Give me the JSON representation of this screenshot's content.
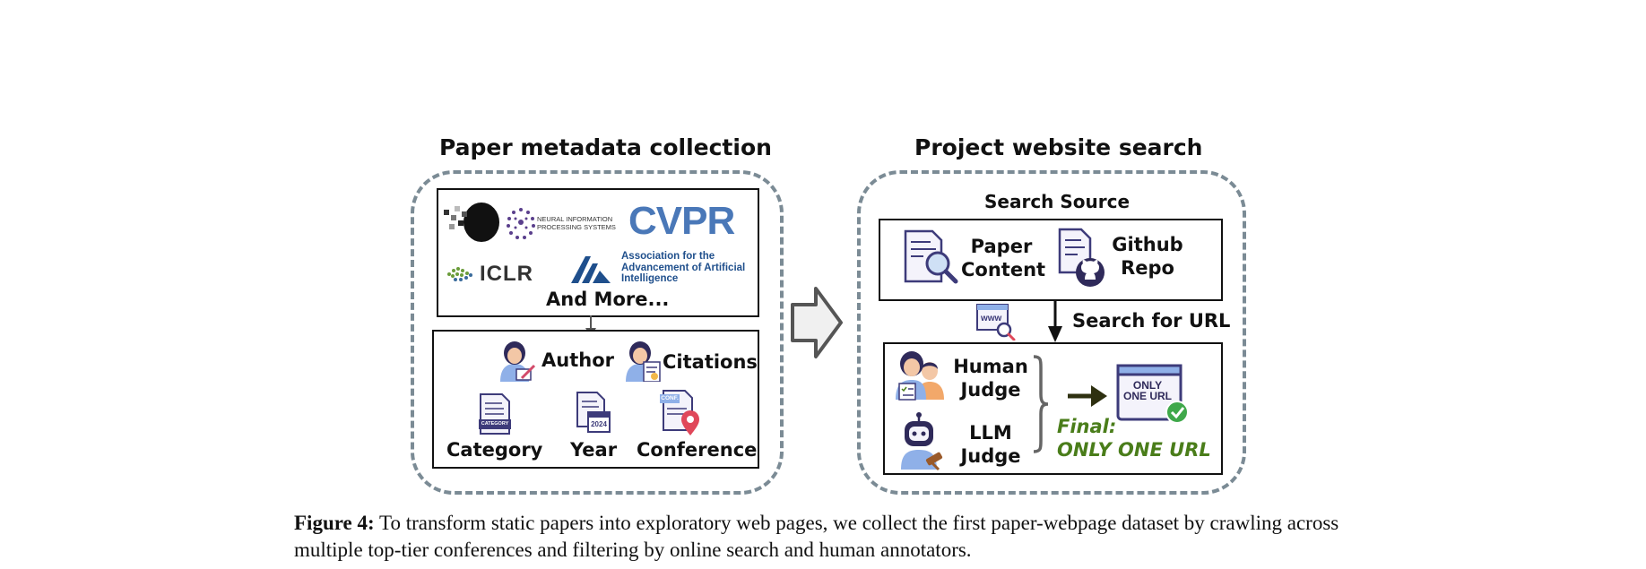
{
  "left_panel": {
    "title": "Paper metadata collection",
    "logos": {
      "neurips": "NEURAL INFORMATION PROCESSING SYSTEMS",
      "cvpr": "CVPR",
      "iclr": "ICLR",
      "aaai": "Association for the Advancement of Artificial Intelligence"
    },
    "and_more": "And More...",
    "fields": {
      "author": "Author",
      "citations": "Citations",
      "category": "Category",
      "year": "Year",
      "conference": "Conference"
    },
    "icon_text": {
      "category_tag": "CATEGORY",
      "year_tag": "2024",
      "conf_tag": "CONF."
    }
  },
  "right_panel": {
    "title": "Project website search",
    "search_source": "Search Source",
    "paper_content": "Paper Content",
    "github_repo": "Github Repo",
    "search_for_url": "Search for URL",
    "human_judge": "Human Judge",
    "llm_judge": "LLM Judge",
    "final_label": "Final:",
    "final_value": "ONLY ONE URL",
    "badge_text": "ONLY ONE URL",
    "www": "www"
  },
  "caption": {
    "label": "Figure 4:",
    "text": "To transform static papers into exploratory web pages, we collect the first paper-webpage dataset by crawling across multiple top-tier conferences and filtering by online search and human annotators."
  },
  "colors": {
    "frame": "#7b8b95",
    "green": "#4a7d1a",
    "cvpr_blue": "#4a78b8",
    "icon_purple": "#3d3b7a"
  }
}
